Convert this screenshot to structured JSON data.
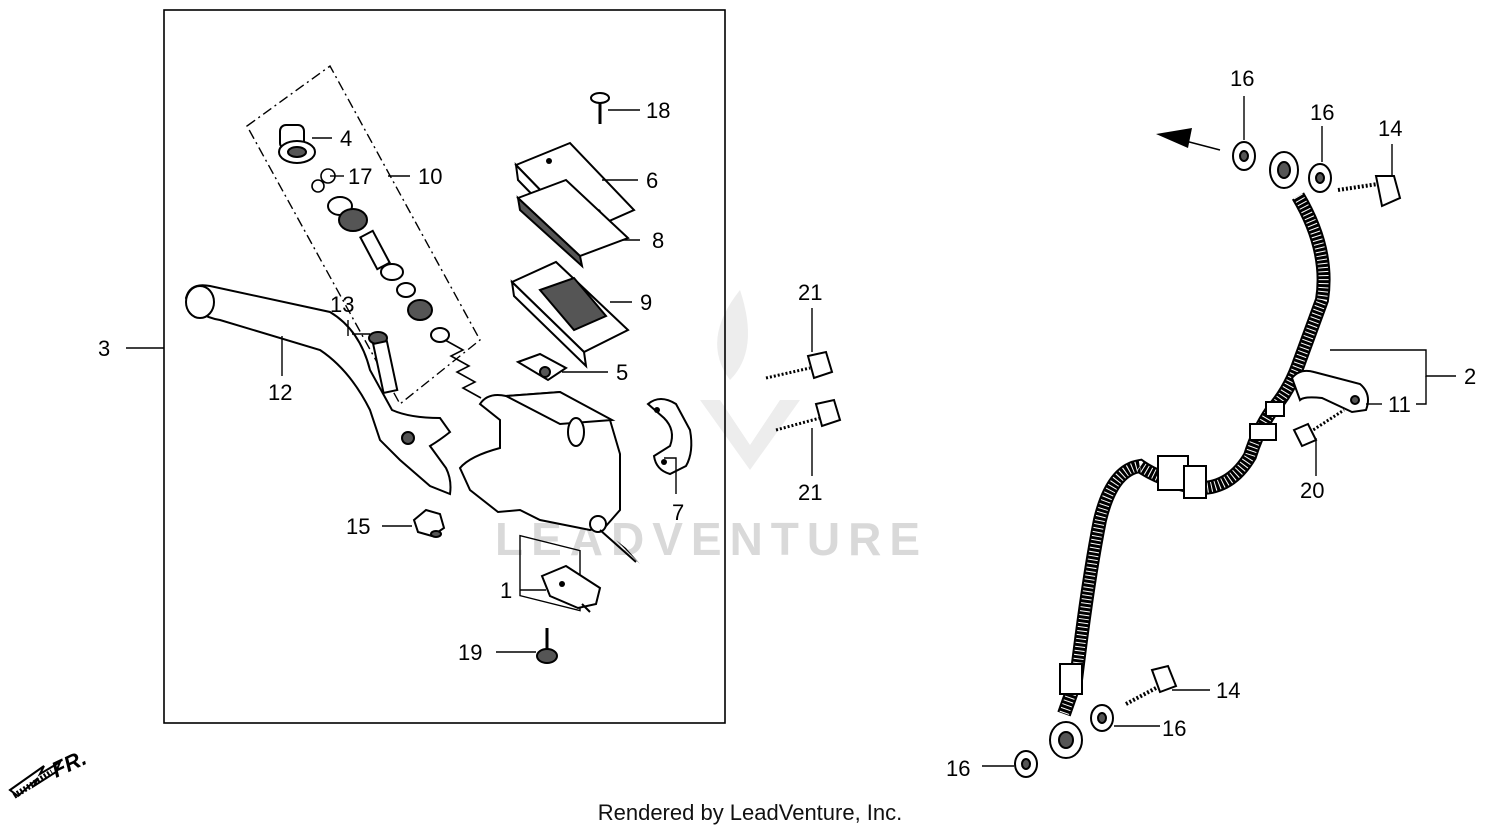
{
  "labels": {
    "l1": "1",
    "l2": "2",
    "l3": "3",
    "l4": "4",
    "l5": "5",
    "l6": "6",
    "l7": "7",
    "l8": "8",
    "l9": "9",
    "l10": "10",
    "l11": "11",
    "l12": "12",
    "l13": "13",
    "l14a": "14",
    "l14b": "14",
    "l15": "15",
    "l16a": "16",
    "l16b": "16",
    "l16c": "16",
    "l16d": "16",
    "l17": "17",
    "l18": "18",
    "l19": "19",
    "l20": "20",
    "l21a": "21",
    "l21b": "21"
  },
  "direction_label": "FR.",
  "watermark": "LEADVENTURE",
  "footer": "Rendered by LeadVenture, Inc."
}
